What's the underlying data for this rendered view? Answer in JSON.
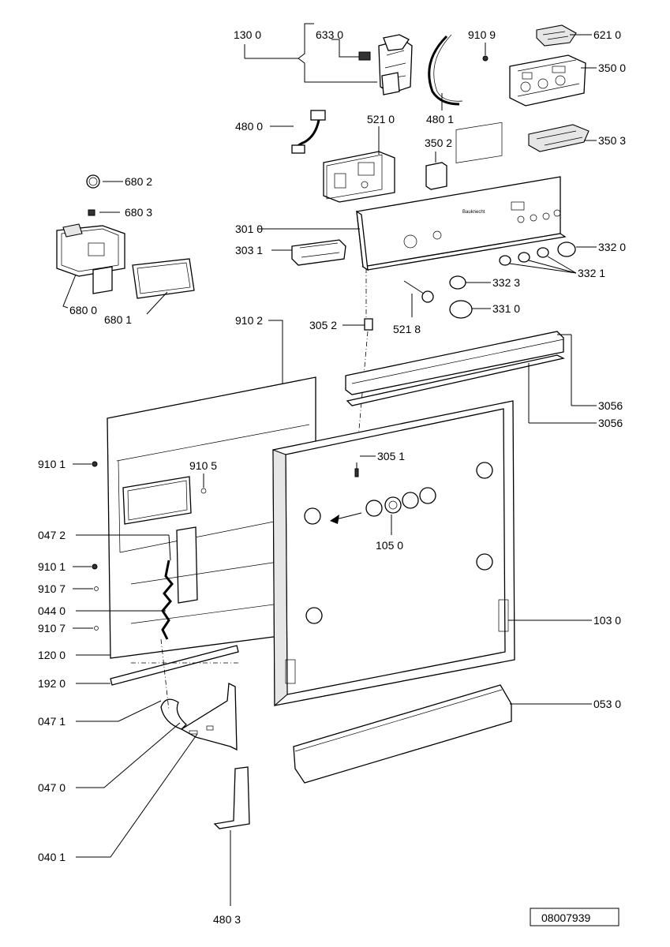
{
  "labels": {
    "l1300": "130 0",
    "l6330": "633 0",
    "l9109": "910 9",
    "l6210": "621 0",
    "l3500": "350 0",
    "l4800": "480 0",
    "l5210": "521 0",
    "l4801": "480 1",
    "l3502": "350 2",
    "l3503": "350 3",
    "l6802": "680 2",
    "l6803": "680 3",
    "l3010": "301 0",
    "l3031": "303 1",
    "l3320": "332 0",
    "l3321": "332 1",
    "l3323": "332 3",
    "l6800": "680 0",
    "l6801": "680 1",
    "l5218": "521 8",
    "l3310": "331 0",
    "l9102": "910 2",
    "l3052": "305 2",
    "l3056a": "3056",
    "l3056b": "3056",
    "l9101a": "910 1",
    "l9105": "910 5",
    "l3051": "305 1",
    "l0472": "047 2",
    "l1050": "105 0",
    "l9101b": "910 1",
    "l9107a": "910 7",
    "l0440": "044 0",
    "l9107b": "910 7",
    "l1030": "103 0",
    "l1200": "120 0",
    "l1920": "192 0",
    "l0530": "053 0",
    "l0471": "047 1",
    "l0470": "047 0",
    "l0401": "040 1",
    "l4803": "480 3"
  },
  "drawing_number": "08007939",
  "brand_mark": "Bauknecht"
}
